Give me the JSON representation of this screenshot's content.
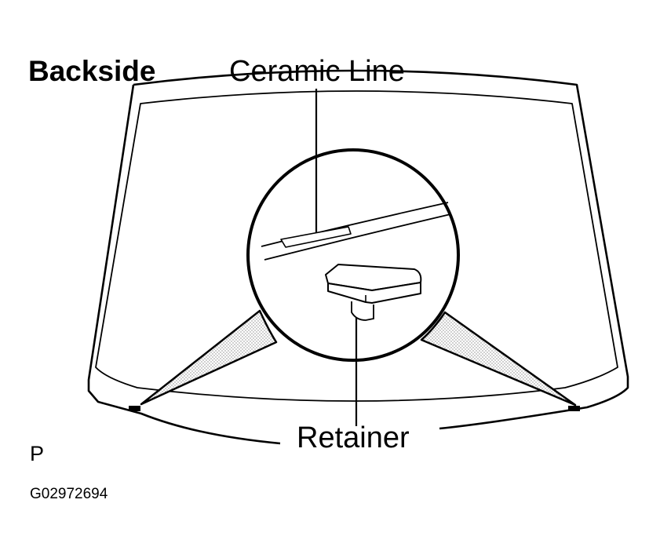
{
  "labels": {
    "backside": "Backside",
    "ceramic_line": "Ceramic Line",
    "retainer": "Retainer",
    "view_code": "P",
    "figure_id": "G02972694"
  },
  "colors": {
    "ink": "#000000",
    "paper": "#ffffff",
    "stipple": "#9a9a9a"
  }
}
